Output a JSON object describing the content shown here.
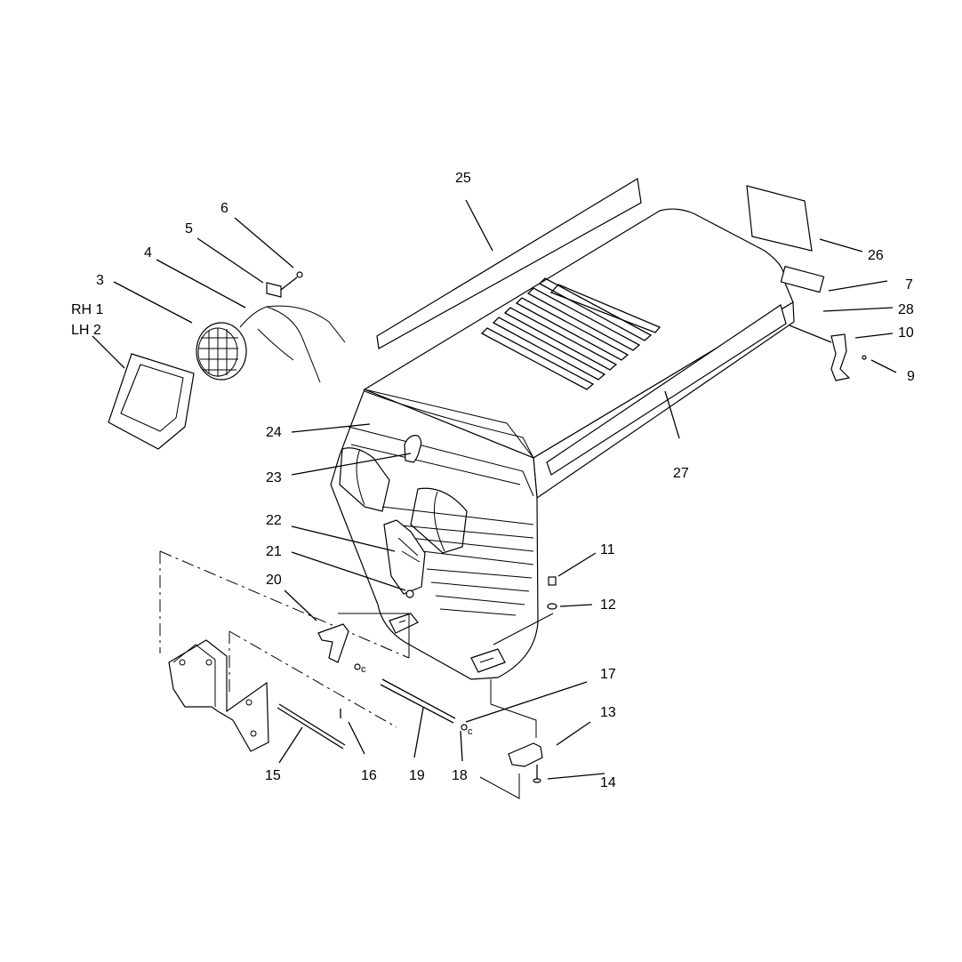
{
  "labels": {
    "l25": "25",
    "l26": "26",
    "l7": "7",
    "l28": "28",
    "l10": "10",
    "l9": "9",
    "l27": "27",
    "l6": "6",
    "l5": "5",
    "l4": "4",
    "l3": "3",
    "lrh": "RH 1",
    "llh": "LH 2",
    "l24": "24",
    "l23": "23",
    "l22": "22",
    "l21": "21",
    "l20": "20",
    "l11": "11",
    "l12": "12",
    "l17": "17",
    "l13": "13",
    "l14": "14",
    "l15": "15",
    "l16": "16",
    "l19": "19",
    "l18": "18"
  }
}
